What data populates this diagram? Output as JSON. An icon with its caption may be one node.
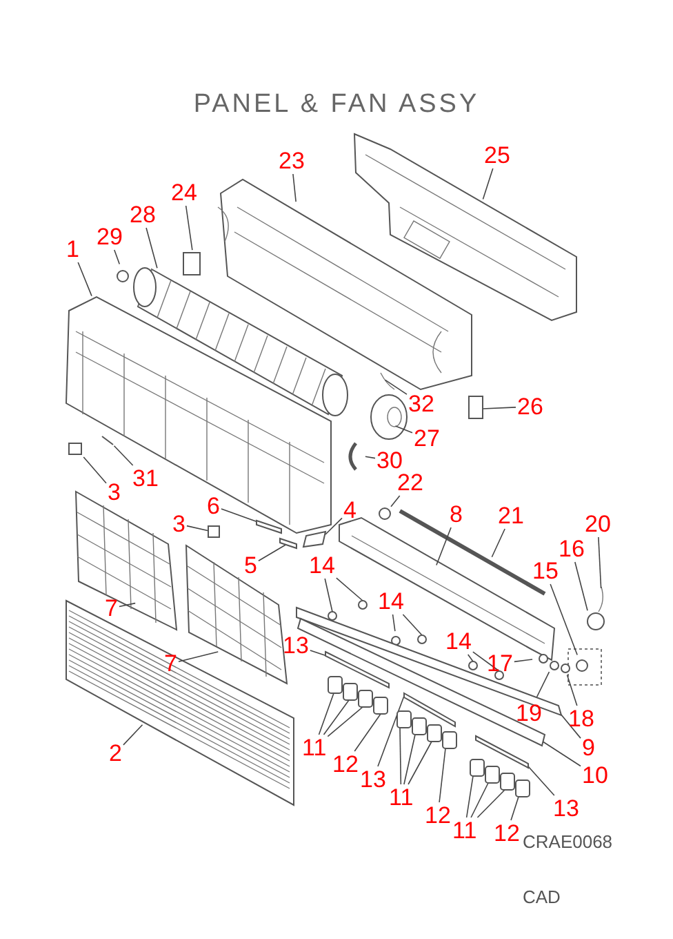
{
  "diagram": {
    "title": "PANEL & FAN ASSY",
    "nodes": [
      {
        "text": [
          "23"
        ]
      },
      {
        "text": [
          "25"
        ]
      },
      {
        "text": [
          "24"
        ]
      },
      {
        "text": [
          "28"
        ]
      },
      {
        "text": [
          "29"
        ]
      },
      {
        "text": [
          "1"
        ]
      },
      {
        "text": [
          "32"
        ]
      },
      {
        "text": [
          "26"
        ]
      },
      {
        "text": [
          "27"
        ]
      },
      {
        "text": [
          "30"
        ]
      },
      {
        "text": [
          "31"
        ]
      },
      {
        "text": [
          "3"
        ]
      },
      {
        "text": [
          "22"
        ]
      },
      {
        "text": [
          "6"
        ]
      },
      {
        "text": [
          "4"
        ]
      },
      {
        "text": [
          "8"
        ]
      },
      {
        "text": [
          "21"
        ]
      },
      {
        "text": [
          "20"
        ]
      },
      {
        "text": [
          "3"
        ]
      },
      {
        "text": [
          "16"
        ]
      },
      {
        "text": [
          "5"
        ]
      },
      {
        "text": [
          "14"
        ]
      },
      {
        "text": [
          "15"
        ]
      },
      {
        "text": [
          "14"
        ]
      },
      {
        "text": [
          "7"
        ]
      },
      {
        "text": [
          "14"
        ]
      },
      {
        "text": [
          "13"
        ]
      },
      {
        "text": [
          "7"
        ]
      },
      {
        "text": [
          "17"
        ]
      },
      {
        "text": [
          "19"
        ]
      },
      {
        "text": [
          "18"
        ]
      },
      {
        "text": [
          "9"
        ]
      },
      {
        "text": [
          "11"
        ]
      },
      {
        "text": [
          "2"
        ]
      },
      {
        "text": [
          "12"
        ]
      },
      {
        "text": [
          "10"
        ]
      },
      {
        "text": [
          "13"
        ]
      },
      {
        "text": [
          "11"
        ]
      },
      {
        "text": [
          "13"
        ]
      },
      {
        "text": [
          "12"
        ]
      },
      {
        "text": [
          "11"
        ]
      },
      {
        "text": [
          "12"
        ]
      },
      {
        "text": [],
        "shape": "box"
      },
      {
        "text": [],
        "shape": "circle"
      },
      {
        "text": [],
        "shape": "circle"
      },
      {
        "text": [],
        "shape": "circle"
      },
      {
        "text": [],
        "shape": "circle"
      },
      {
        "text": [],
        "shape": "circle"
      },
      {
        "text": [],
        "shape": "bar"
      },
      {
        "text": [],
        "shape": "box"
      },
      {
        "text": [],
        "shape": "box"
      },
      {
        "text": [],
        "shape": "bar"
      },
      {
        "text": [],
        "shape": "box"
      },
      {
        "text": [],
        "shape": "box"
      },
      {
        "text": [],
        "shape": "box"
      },
      {
        "text": [],
        "shape": "box"
      },
      {
        "text": [],
        "shape": "box"
      },
      {
        "text": [],
        "shape": "box"
      },
      {
        "text": [],
        "shape": "box"
      },
      {
        "text": [],
        "shape": "box"
      },
      {
        "text": [],
        "shape": "box"
      },
      {
        "text": [],
        "shape": "box"
      },
      {
        "text": [],
        "shape": "bar"
      },
      {
        "text": [],
        "shape": "bar"
      },
      {
        "text": [],
        "shape": "bar"
      },
      {
        "text": [],
        "shape": "bar"
      },
      {
        "text": [],
        "shape": "bar"
      },
      {
        "text": [],
        "shape": "box"
      },
      {
        "text": [],
        "shape": "box"
      }
    ],
    "edges": [
      {
        "from": 0,
        "to": null,
        "arrow": "none"
      },
      {
        "from": 1,
        "to": null,
        "arrow": "none"
      },
      {
        "from": 2,
        "to": null,
        "arrow": "none"
      },
      {
        "from": 3,
        "to": null,
        "arrow": "none"
      },
      {
        "from": 4,
        "to": null,
        "arrow": "none"
      },
      {
        "from": 5,
        "to": null,
        "arrow": "none"
      },
      {
        "from": 6,
        "to": null,
        "arrow": "none"
      },
      {
        "from": 7,
        "to": 67,
        "arrow": "none"
      },
      {
        "from": 8,
        "to": null,
        "arrow": "none"
      },
      {
        "from": 9,
        "to": null,
        "arrow": "none"
      },
      {
        "from": 10,
        "to": null,
        "arrow": "none"
      },
      {
        "from": 11,
        "to": null,
        "arrow": "none"
      },
      {
        "from": 12,
        "to": null,
        "arrow": "none"
      },
      {
        "from": 13,
        "to": 66,
        "arrow": "none"
      },
      {
        "from": 14,
        "to": 68,
        "arrow": "none"
      },
      {
        "from": 15,
        "to": null,
        "arrow": "none"
      },
      {
        "from": 16,
        "to": null,
        "arrow": "none"
      },
      {
        "from": 17,
        "to": null,
        "arrow": "none"
      },
      {
        "from": 18,
        "to": 42,
        "arrow": "none"
      },
      {
        "from": 19,
        "to": null,
        "arrow": "none"
      },
      {
        "from": 20,
        "to": 65,
        "arrow": "none"
      },
      {
        "from": 21,
        "to": 43,
        "arrow": "none"
      },
      {
        "from": 21,
        "to": 44,
        "arrow": "none"
      },
      {
        "from": 22,
        "to": null,
        "arrow": "none"
      },
      {
        "from": 23,
        "to": null,
        "arrow": "none"
      },
      {
        "from": 23,
        "to": 45,
        "arrow": "none"
      },
      {
        "from": 24,
        "to": null,
        "arrow": "none"
      },
      {
        "from": 25,
        "to": 46,
        "arrow": "none"
      },
      {
        "from": 25,
        "to": 47,
        "arrow": "none"
      },
      {
        "from": 26,
        "to": 62,
        "arrow": "none"
      },
      {
        "from": 27,
        "to": null,
        "arrow": "none"
      },
      {
        "from": 28,
        "to": null,
        "arrow": "none"
      },
      {
        "from": 29,
        "to": null,
        "arrow": "none"
      },
      {
        "from": 30,
        "to": null,
        "arrow": "none"
      },
      {
        "from": 31,
        "to": 48,
        "arrow": "none"
      },
      {
        "from": 32,
        "to": 49,
        "arrow": "none"
      },
      {
        "from": 32,
        "to": 50,
        "arrow": "none"
      },
      {
        "from": 32,
        "to": 52,
        "arrow": "none"
      },
      {
        "from": 33,
        "to": null,
        "arrow": "none"
      },
      {
        "from": 34,
        "to": 53,
        "arrow": "none"
      },
      {
        "from": 35,
        "to": 51,
        "arrow": "none"
      },
      {
        "from": 36,
        "to": 63,
        "arrow": "none"
      },
      {
        "from": 37,
        "to": 54,
        "arrow": "none"
      },
      {
        "from": 37,
        "to": 55,
        "arrow": "none"
      },
      {
        "from": 37,
        "to": 56,
        "arrow": "none"
      },
      {
        "from": 38,
        "to": 64,
        "arrow": "none"
      },
      {
        "from": 39,
        "to": 57,
        "arrow": "none"
      },
      {
        "from": 40,
        "to": 58,
        "arrow": "none"
      },
      {
        "from": 40,
        "to": 59,
        "arrow": "none"
      },
      {
        "from": 40,
        "to": 60,
        "arrow": "none"
      },
      {
        "from": 41,
        "to": 61,
        "arrow": "none"
      }
    ],
    "labels": [
      "CRAE0068",
      "CAD"
    ]
  }
}
